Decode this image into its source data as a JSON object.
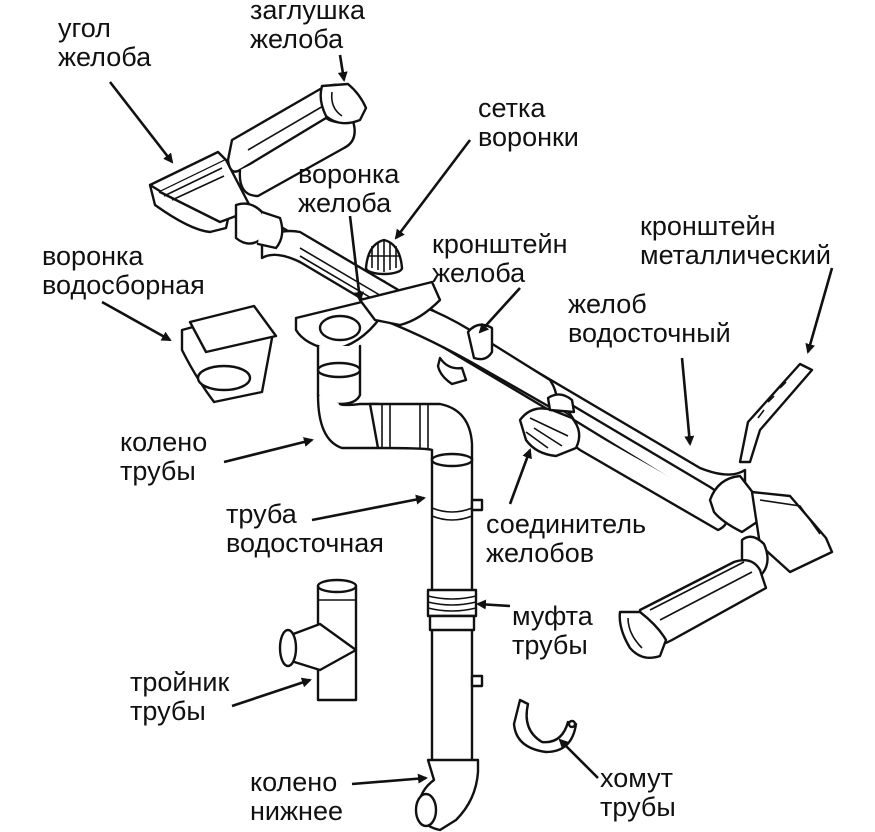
{
  "labels": {
    "ugol": [
      "угол",
      "желоба"
    ],
    "zaglushka": [
      "заглушка",
      "желоба"
    ],
    "setka": [
      "сетка",
      "воронки"
    ],
    "voronka_zheloba": [
      "воронка",
      "желоба"
    ],
    "kronshtein_zheloba": [
      "кронштейн",
      "желоба"
    ],
    "kronshtein_met": [
      "кронштейн",
      "металлический"
    ],
    "voronka_vodosb": [
      "воронка",
      "водосборная"
    ],
    "zhelob": [
      "желоб",
      "водосточный"
    ],
    "koleno_truby": [
      "колено",
      "трубы"
    ],
    "truba": [
      "труба",
      "водосточная"
    ],
    "soedinitel": [
      "соединитель",
      "желобов"
    ],
    "mufta": [
      "муфта",
      "трубы"
    ],
    "troinik": [
      "тройник",
      "трубы"
    ],
    "koleno_nizh": [
      "колено",
      "нижнее"
    ],
    "homut": [
      "хомут",
      "трубы"
    ]
  }
}
